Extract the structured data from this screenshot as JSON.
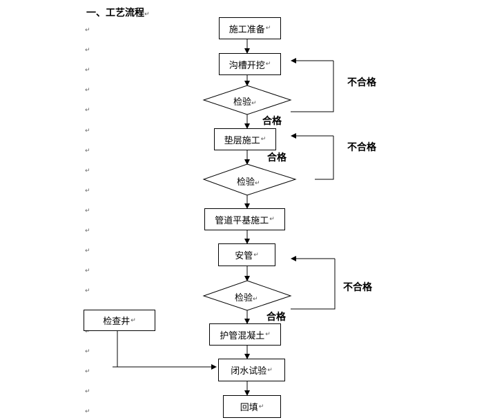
{
  "heading": "一、工艺流程",
  "para_mark": "↵",
  "steps": {
    "prep": "施工准备",
    "trench": "沟槽开挖",
    "cushion": "垫层施工",
    "base": "管道平基施工",
    "pipe": "安管",
    "concrete": "护管混凝土",
    "water_test": "闭水试验",
    "backfill": "回填",
    "manhole": "检查井"
  },
  "decisions": {
    "inspect1": "检验",
    "inspect2": "检验",
    "inspect3": "检验"
  },
  "labels": {
    "pass1": "合格",
    "pass2": "合格",
    "pass3": "合格",
    "fail1": "不合格",
    "fail2": "不合格",
    "fail3": "不合格"
  }
}
